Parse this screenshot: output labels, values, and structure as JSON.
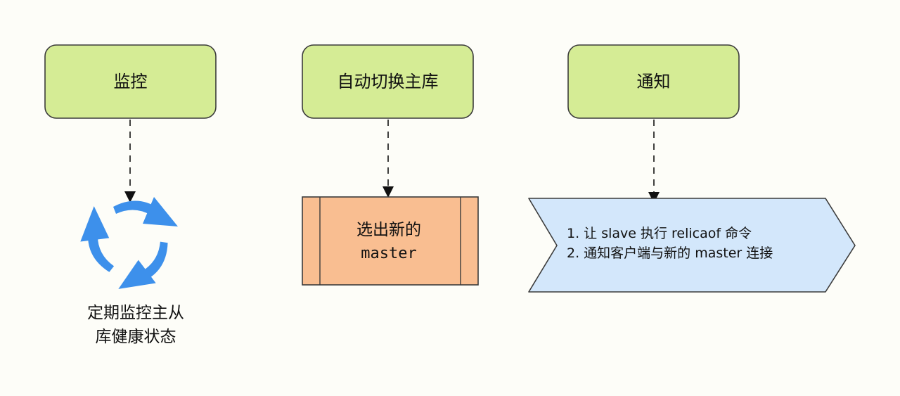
{
  "nodes": {
    "monitor": {
      "label": "监控"
    },
    "failover": {
      "label": "自动切换主库"
    },
    "notify": {
      "label": "通知"
    }
  },
  "details": {
    "health_check": {
      "line1": "定期监控主从",
      "line2": "库健康状态"
    },
    "select_master": {
      "line1": "选出新的",
      "line2": "master"
    },
    "notify_steps": {
      "line1": "1. 让 slave 执行 relicaof 命令",
      "line2": "2. 通知客户端与新的 master 连接"
    }
  },
  "colors": {
    "node_fill": "#d5ec95",
    "node_stroke": "#3b3b3b",
    "process_fill": "#f9be91",
    "banner_fill": "#d3e7fb",
    "cycle_arrow": "#3d90eb",
    "background": "#fdfdf8"
  },
  "icons": {
    "cycle": "refresh-cycle-icon"
  }
}
